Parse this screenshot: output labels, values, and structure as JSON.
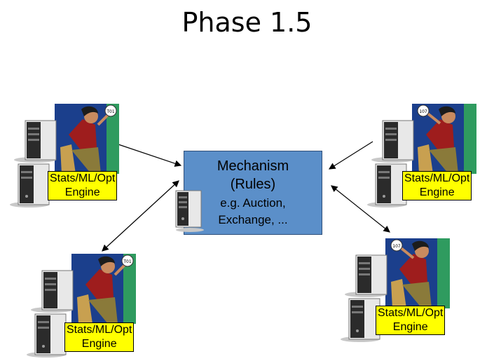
{
  "title": "Phase 1.5",
  "mechanism": {
    "line1": "Mechanism",
    "line2": "(Rules)",
    "line3": "e.g. Auction,",
    "line4": "Exchange, ..."
  },
  "engine_label_line1": "Stats/ML/Opt",
  "engine_label_line2": "Engine",
  "agents": [
    {
      "id": "top-left",
      "badge": "T01"
    },
    {
      "id": "top-right",
      "badge": "107"
    },
    {
      "id": "bottom-left",
      "badge": "T01"
    },
    {
      "id": "bottom-right",
      "badge": "107"
    }
  ],
  "colors": {
    "mechanism_fill": "#5b8fc9",
    "label_fill": "#ffff00",
    "illustration_background": "#1b3f8c"
  }
}
